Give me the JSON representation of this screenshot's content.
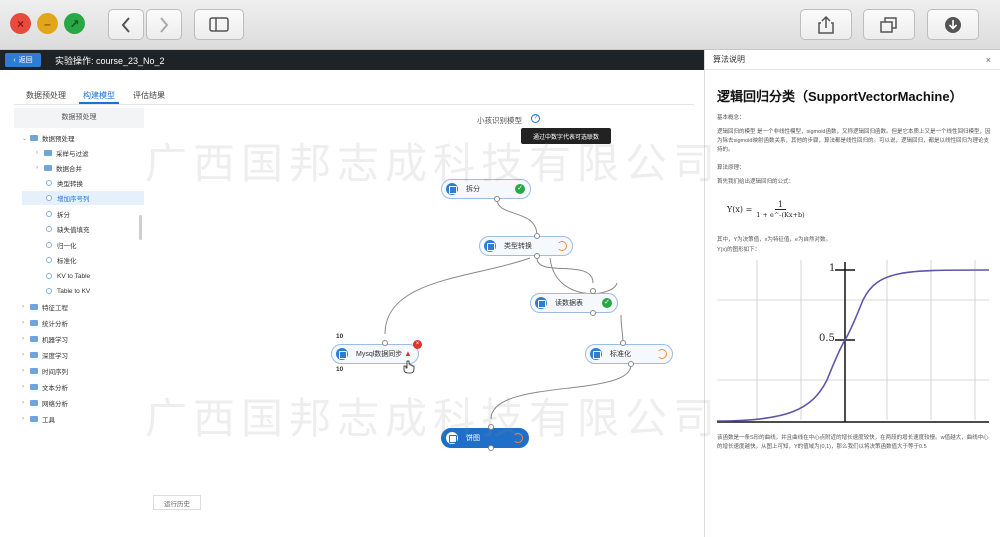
{
  "main": {
    "back_label": "返回",
    "title": "实验操作: course_23_No_2",
    "tabs": [
      "数据预处理",
      "构建模型",
      "评估结果"
    ],
    "active_tab": 1,
    "sidebar": {
      "header": "数据预处理",
      "items": [
        {
          "label": "数据预处理",
          "type": "folder",
          "open": true
        },
        {
          "label": "采样与过滤",
          "type": "folder"
        },
        {
          "label": "数据合并",
          "type": "folder"
        },
        {
          "label": "类型转换",
          "type": "leaf"
        },
        {
          "label": "增加序号列",
          "type": "leaf",
          "active": true
        },
        {
          "label": "拆分",
          "type": "leaf"
        },
        {
          "label": "缺失值填充",
          "type": "leaf"
        },
        {
          "label": "归一化",
          "type": "leaf"
        },
        {
          "label": "标准化",
          "type": "leaf"
        },
        {
          "label": "KV to Table",
          "type": "leaf"
        },
        {
          "label": "Table to KV",
          "type": "leaf"
        },
        {
          "label": "特征工程",
          "type": "folder"
        },
        {
          "label": "统计分析",
          "type": "folder"
        },
        {
          "label": "机器学习",
          "type": "folder"
        },
        {
          "label": "深度学习",
          "type": "folder"
        },
        {
          "label": "时间序列",
          "type": "folder"
        },
        {
          "label": "文本分析",
          "type": "folder"
        },
        {
          "label": "网络分析",
          "type": "folder"
        },
        {
          "label": "工具",
          "type": "folder"
        }
      ]
    },
    "canvas": {
      "title": "小孩识别模型",
      "tooltip": "通过中数字代表可选联数",
      "nodes": [
        {
          "label": "拆分",
          "status": "done"
        },
        {
          "label": "类型转换",
          "status": "running"
        },
        {
          "label": "读数据表",
          "status": "done"
        },
        {
          "label": "Mysql数据同步",
          "status": "warning"
        },
        {
          "label": "标准化",
          "status": "running"
        },
        {
          "label": "饼图",
          "status": "running"
        }
      ],
      "port_count_top": "10",
      "port_count_bottom": "10"
    },
    "run_history_label": "运行历史"
  },
  "panel": {
    "header": "算法说明",
    "algo_title": "逻辑回归分类（SupportVectorMachine）",
    "basic_label": "基本概念：",
    "basic_text": "逻辑回归的模型 是一个非线性模型，sigmoid函数，又称逻辑回归函数。但是它本质上又是一个线性回归模型，因为除去sigmoid映射函数关系，其他的步骤，算法都是线性回归的。可以说，逻辑回归，都是以线性回归为理论支持的。",
    "principle_label": "算法原理：",
    "principle_text": "首先我们给出逻辑回归的公式：",
    "formula_lhs": "Y(x) =",
    "formula_num": "1",
    "formula_den": "1 + e^-(Kx+b)",
    "where_text": "其中，Y为决策值，x为特征值，e为自然对数。",
    "graph_text": "Y(x)的图形如下：",
    "y_tick_top": "1",
    "y_tick_mid": "0.5",
    "footer_text": "该函数是一条S形的曲线，并且曲线在中心点附近的增长速度较快，在两段的增长速度较慢。w值越大，曲线中心的增长速度越快。从图上可知，Y的值域为(0,1)，那么我们以将决策函数值大于等于0.5"
  },
  "watermark": "广西国邦志成科技有限公司"
}
